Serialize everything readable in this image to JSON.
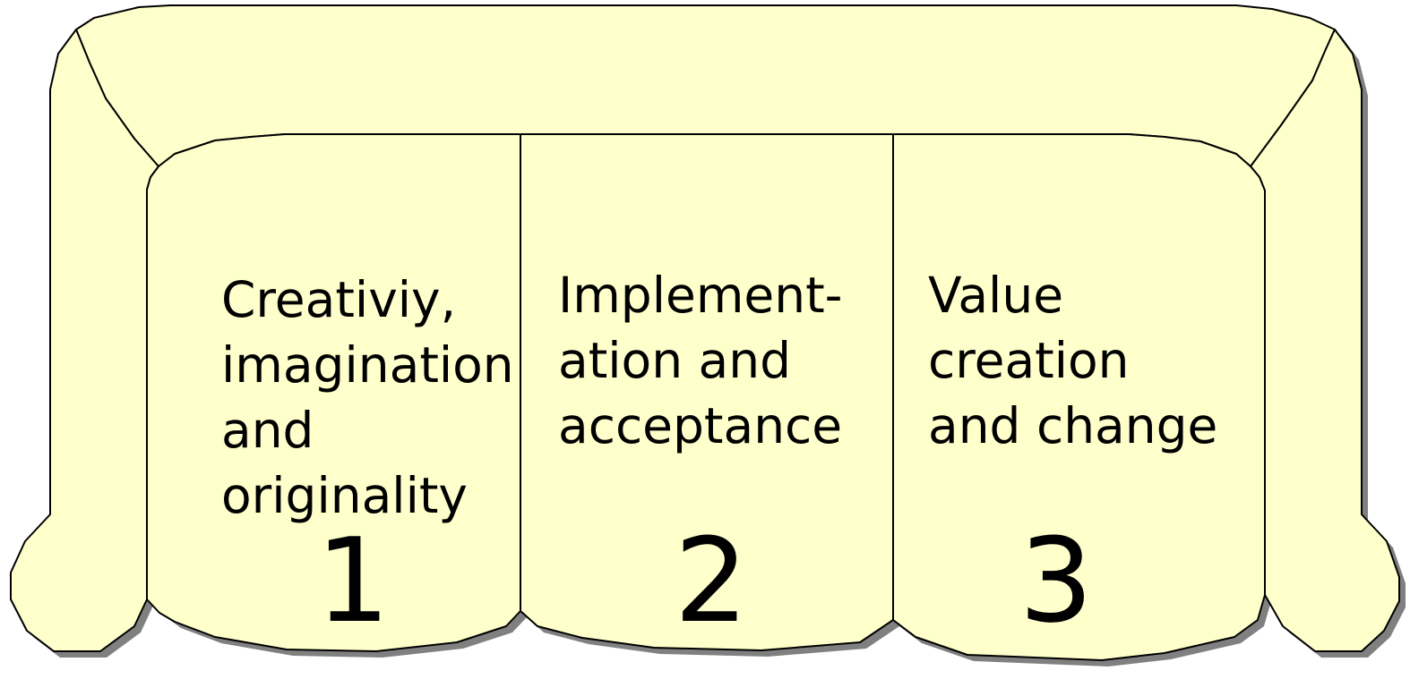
{
  "colors": {
    "fill": "#ffffcc",
    "stroke": "#000000",
    "shadow": "#808080"
  },
  "cushions": [
    {
      "lines": [
        "Creativiy,",
        "imagination",
        "and",
        "originality"
      ],
      "number": "1"
    },
    {
      "lines": [
        "Implement-",
        "ation and",
        "acceptance"
      ],
      "number": "2"
    },
    {
      "lines": [
        "Value",
        "creation",
        "and change"
      ],
      "number": "3"
    }
  ]
}
